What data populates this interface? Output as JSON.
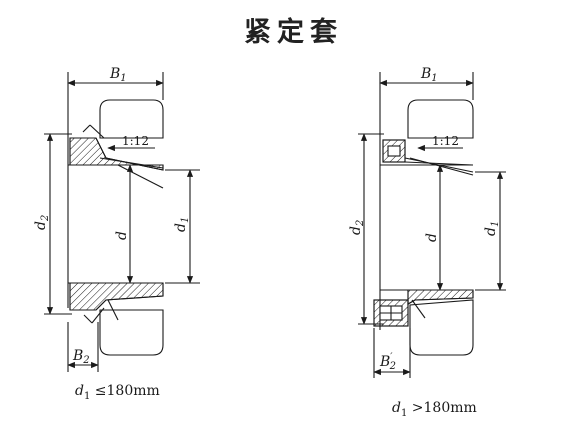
{
  "title": "紧定套",
  "colors": {
    "ink": "#1a1a1a",
    "paper": "#ffffff"
  },
  "left_view": {
    "dim_B1": {
      "sym": "B",
      "sub": "1"
    },
    "dim_B2": {
      "sym": "B",
      "sub": "2"
    },
    "dim_d2": {
      "sym": "d",
      "sub": "2"
    },
    "dim_d": {
      "sym": "d"
    },
    "dim_d1": {
      "sym": "d",
      "sub": "1"
    },
    "taper": "1:12",
    "caption": {
      "sym": "d",
      "sub": "1",
      "rest": "≤180mm"
    }
  },
  "right_view": {
    "dim_B1": {
      "sym": "B",
      "sub": "1"
    },
    "dim_B2p": {
      "sym": "B",
      "sub": "2",
      "sup": "′"
    },
    "dim_d2": {
      "sym": "d",
      "sub": "2"
    },
    "dim_d": {
      "sym": "d"
    },
    "dim_d1": {
      "sym": "d",
      "sub": "1"
    },
    "taper": "1:12",
    "caption": {
      "sym": "d",
      "sub": "1",
      "rest": ">180mm"
    }
  }
}
